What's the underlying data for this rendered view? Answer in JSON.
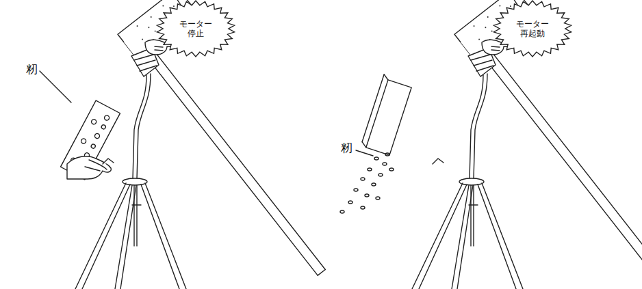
{
  "diagram": {
    "nodes": [
      {
        "text": [
          "モーター 停止"
        ]
      },
      {
        "text": [
          "モーター 再起動"
        ]
      }
    ],
    "labels": [
      "籾",
      "籾"
    ]
  }
}
